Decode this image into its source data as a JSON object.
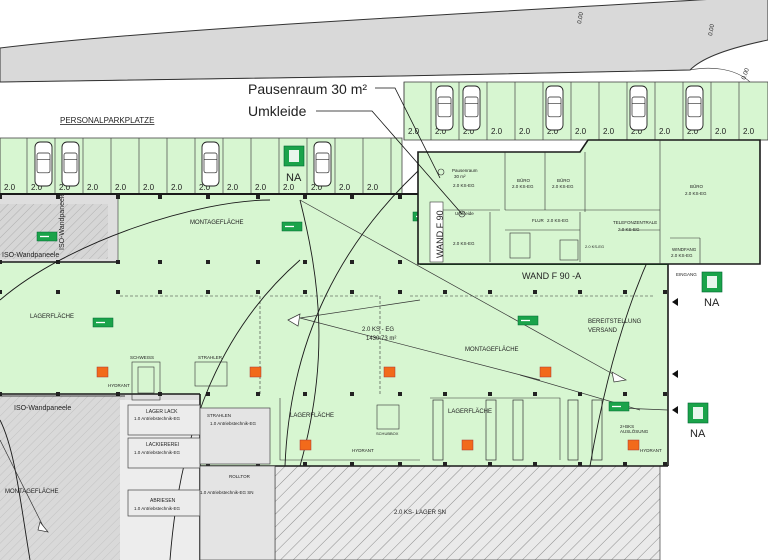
{
  "annotations": {
    "pausenraum": "Pausenraum 30 m²",
    "umkleide": "Umkleide"
  },
  "parking": {
    "title": "PERSONALPARKPLATZE",
    "space_label": "2.0"
  },
  "exits": {
    "na": "NA"
  },
  "road": {
    "marks": [
      "0.00",
      "0.00",
      "0.00"
    ]
  },
  "walls": {
    "wand_f90": "WAND F 90",
    "wand_f90_a": "WAND F 90 -A"
  },
  "zones": {
    "montageflaeche_top": "MONTAGEFLÄCHE",
    "montageflaeche_mid": "MONTAGEFLÄCHE",
    "montageflaeche_left": "MONTAGEFLÄCHE",
    "lagerflaeche_left": "LAGERFLÄCHE",
    "lagerflaeche_center": "LAGERFLÄCHE",
    "lagerflaeche_right": "LAGERFLÄCHE",
    "bereitstellung": "BEREITSTELLUNG",
    "versand": "VERSAND",
    "iso_top": "ISO-Wandpaneele",
    "iso_bottom": "ISO-Wandpaneele",
    "hall_class": "2.0 KS - EG",
    "hall_area": "1430.73 m²",
    "lager_sn": "2.0 KS- LAGER SN",
    "schweiss": "SCHWEISS",
    "strahler": "STRAHLER",
    "hydrant_1": "HYDRANT",
    "hydrant_2": "HYDRANT",
    "hydrant_3": "HYDRANT",
    "schubbox": "SCHUBBOX",
    "rolltor": "ROLLTOR",
    "auslosung": "AUSLÖSUNG"
  },
  "rooms": {
    "pausenraum": "Pausenraum",
    "pausenraum_area": "30 m²",
    "pausenraum_class": "2.0 KS-EG",
    "buero_1": "BÜRO",
    "buero_1_class": "2.0 KS-EG",
    "buero_2": "BÜRO",
    "buero_2_class": "2.0 KS-EG",
    "buero_3": "BÜRO",
    "buero_3_class": "2.0 KS-EG",
    "umkleide": "Umkleide",
    "umkleide_class": "2.0 KS-EG",
    "flur": "FLUR",
    "flur_class": "2.0 KS-EG",
    "telefonzentrale": "TELEFONZENTRALE",
    "tel_class": "2.0 KS-EG",
    "windfang": "WINDFANG",
    "windfang_class": "2.0 KS-EG",
    "eingang": "EINGANG",
    "lager_lack": "LAGER LACK",
    "lager_lack_class": "1.0 Antriebstechnik-EG",
    "lackiererei": "LACKIEREREI",
    "lackiererei_class": "1.0 Antriebstechnik-EG",
    "abriesen": "ABRIESEN",
    "abriesen_class": "1.0 Antriebstechnik-EG",
    "strahlen": "STRAHLEN",
    "strahlen_class": "1.0 Antriebstechnik-EG",
    "sn_class": "1.0 Antriebstechnik-EG SN",
    "plug_class": "2+BKS",
    "plug_sub": "AUSLÖSUNG",
    "stairs_class": "2.0 KS-EG"
  }
}
